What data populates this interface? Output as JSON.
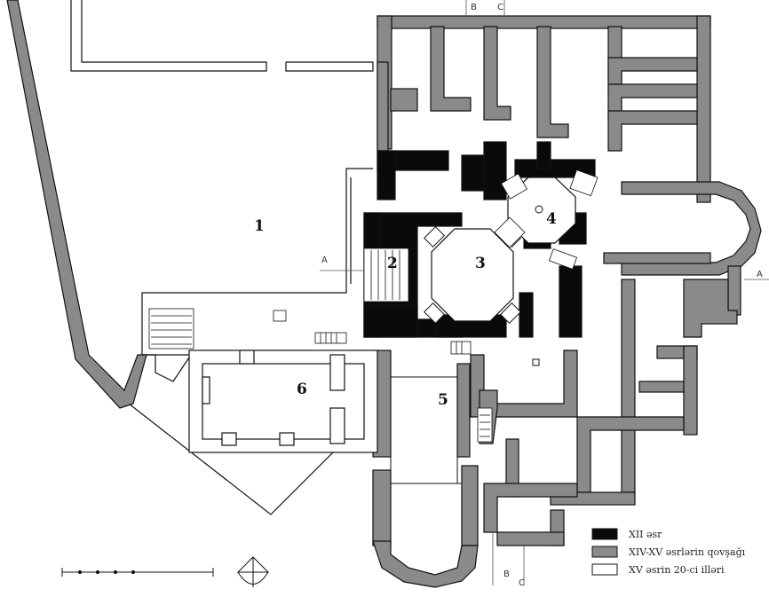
{
  "colors": {
    "phase_12c": "#0a0a0a",
    "phase_14_15c": "#8a8a8a",
    "phase_20c": "#ffffff",
    "line": "#111111",
    "paper": "#ffffff"
  },
  "rooms": [
    {
      "id": "1",
      "label": "1"
    },
    {
      "id": "2",
      "label": "2"
    },
    {
      "id": "3",
      "label": "3"
    },
    {
      "id": "4",
      "label": "4"
    },
    {
      "id": "5",
      "label": "5"
    },
    {
      "id": "6",
      "label": "6"
    }
  ],
  "section_marks": {
    "a_left": "A",
    "a_right": "A",
    "b_top": "B",
    "c_top": "C",
    "b_bottom": "B",
    "c_bottom": "C"
  },
  "legend": [
    {
      "key": "phase_12c",
      "label": "XII əsr"
    },
    {
      "key": "phase_14_15c",
      "label": "XIV-XV əsrlərin qovşağı"
    },
    {
      "key": "phase_20c",
      "label": "XV əsrin 20-ci illəri"
    }
  ],
  "icons": {
    "scale": "scale-bar-icon",
    "north": "north-arrow-icon"
  }
}
